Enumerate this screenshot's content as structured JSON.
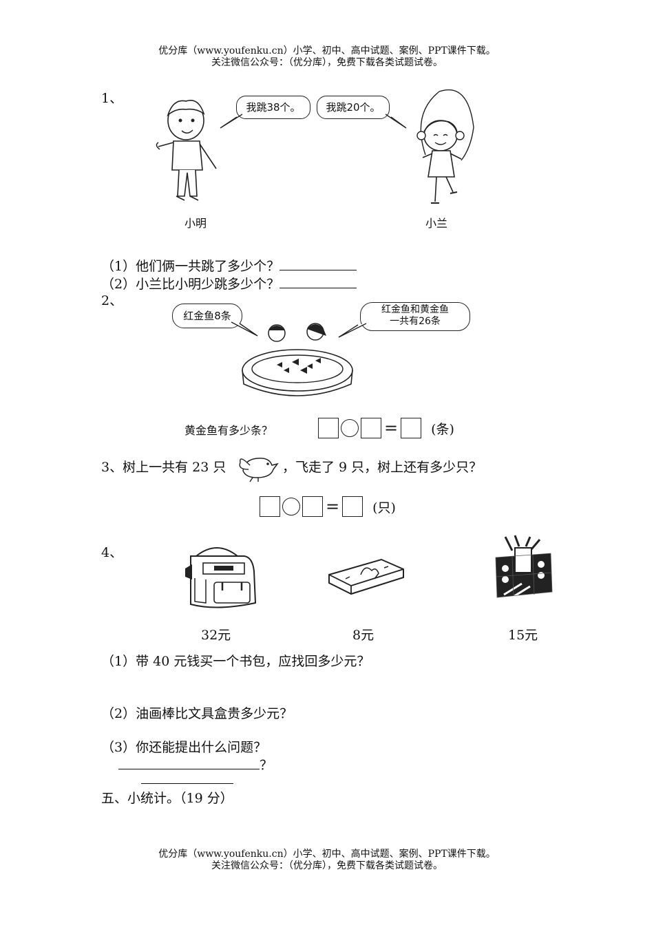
{
  "header": {
    "line1": "优分库（www.youfenku.cn）小学、初中、高中试题、案例、PPT课件下载。",
    "line2": "关注微信公众号：（优分库），免费下载各类试题试卷。"
  },
  "footer": {
    "line1": "优分库（www.youfenku.cn）小学、初中、高中试题、案例、PPT课件下载。",
    "line2": "关注微信公众号：（优分库），免费下载各类试题试卷。"
  },
  "q1": {
    "number": "1、",
    "bubble_boy": "我跳38个。",
    "bubble_girl": "我跳20个。",
    "name_boy": "小明",
    "name_girl": "小兰",
    "sub1": "（1）他们俩一共跳了多少个？",
    "sub2": "（2）小兰比小明少跳多少个？"
  },
  "q2": {
    "number": "2、",
    "bubble_left": "红金鱼8条",
    "bubble_right_1": "红金鱼和黄金鱼",
    "bubble_right_2": "一共有26条",
    "question": "黄金鱼有多少条？",
    "equals": "=",
    "unit": "(条)"
  },
  "q3": {
    "text_a": "3、树上一共有 23 只",
    "text_b": "，飞走了 9 只，树上还有多少只？",
    "equals": "=",
    "unit": "(只)"
  },
  "q4": {
    "number": "4、",
    "price_bag": "32元",
    "price_box": "8元",
    "price_paint": "15元",
    "sub1": "（1）带 40 元钱买一个书包，应找回多少元？",
    "sub2": "（2）油画棒比文具盒贵多少元？",
    "sub3": "（3）你还能提出什么问题？",
    "q_mark": "？"
  },
  "section5": {
    "title": "五、小统计。（19 分）"
  }
}
